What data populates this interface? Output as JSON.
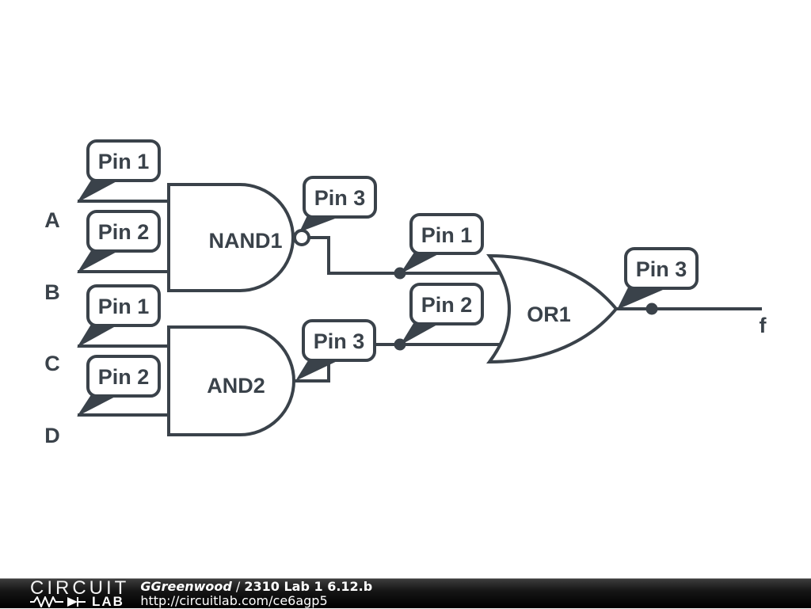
{
  "colors": {
    "ink": "#3a424a",
    "background": "#ffffff",
    "footer_background": "#000000",
    "footer_text": "#ffffff"
  },
  "diagram": {
    "inputs": [
      {
        "label": "A"
      },
      {
        "label": "B"
      },
      {
        "label": "C"
      },
      {
        "label": "D"
      }
    ],
    "output": {
      "label": "f"
    },
    "gates": [
      {
        "name": "NAND1",
        "type": "nand",
        "pins": [
          {
            "label": "Pin 1"
          },
          {
            "label": "Pin 2"
          },
          {
            "label": "Pin 3"
          }
        ]
      },
      {
        "name": "AND2",
        "type": "and",
        "pins": [
          {
            "label": "Pin 1"
          },
          {
            "label": "Pin 2"
          },
          {
            "label": "Pin 3"
          }
        ]
      },
      {
        "name": "OR1",
        "type": "or",
        "pins": [
          {
            "label": "Pin 1"
          },
          {
            "label": "Pin 2"
          },
          {
            "label": "Pin 3"
          }
        ]
      }
    ]
  },
  "footer": {
    "logo_top": "CIRCUIT",
    "logo_bottom": "LAB",
    "author": "GGreenwood",
    "separator": "/",
    "title": "2310 Lab 1 6.12.b",
    "url": "http://circuitlab.com/ce6agp5"
  }
}
